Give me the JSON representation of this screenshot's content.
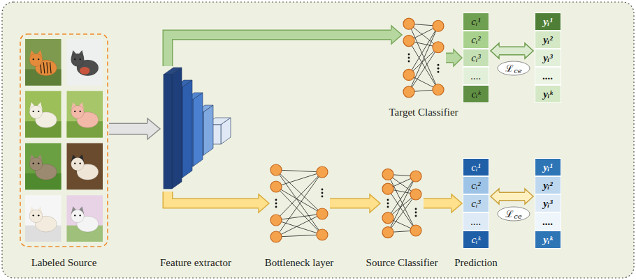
{
  "diagram": {
    "nodes": [
      {
        "text": [
          "Labeled Source"
        ]
      },
      {
        "text": [
          "Feature extractor"
        ]
      },
      {
        "text": [
          "Target Classifier"
        ]
      },
      {
        "text": []
      },
      {
        "text": [
          "cᵢ¹"
        ],
        "in": 3
      },
      {
        "text": [
          "cᵢ²"
        ],
        "in": 3
      },
      {
        "text": [
          "cᵢ³"
        ],
        "in": 3
      },
      {
        "text": [
          "...."
        ],
        "in": 3
      },
      {
        "text": [
          "cᵢᵏ"
        ],
        "in": 3
      },
      {
        "text": [
          "ℒ",
          "ce"
        ]
      },
      {
        "text": []
      },
      {
        "text": [
          "yᵢ¹"
        ],
        "in": 10
      },
      {
        "text": [
          "yᵢ²"
        ],
        "in": 10
      },
      {
        "text": [
          "yᵢ³"
        ],
        "in": 10
      },
      {
        "text": [
          "...."
        ],
        "in": 10
      },
      {
        "text": [
          "yᵢᵏ"
        ],
        "in": 10
      },
      {
        "text": [
          "Bottleneck layer"
        ]
      },
      {
        "text": [
          "Source Classifier"
        ]
      },
      {
        "text": [
          "Prediction"
        ]
      },
      {
        "text": [
          "cᵢ¹"
        ],
        "in": 18
      },
      {
        "text": [
          "cᵢ²"
        ],
        "in": 18
      },
      {
        "text": [
          "cᵢ³"
        ],
        "in": 18
      },
      {
        "text": [
          "...."
        ],
        "in": 18
      },
      {
        "text": [
          "cᵢᵏ"
        ],
        "in": 18
      },
      {
        "text": [
          "ℒ",
          "ce"
        ]
      },
      {
        "text": []
      },
      {
        "text": [
          "yᵢ¹"
        ],
        "in": 25
      },
      {
        "text": [
          "yᵢ²"
        ],
        "in": 25
      },
      {
        "text": [
          "yᵢ³"
        ],
        "in": 25
      },
      {
        "text": [
          "...."
        ],
        "in": 25
      },
      {
        "text": [
          "yᵢᵏ"
        ],
        "in": 25
      }
    ],
    "edges": [
      {
        "from": 0,
        "to": 1,
        "arrow": "to"
      },
      {
        "from": 1,
        "to": 2,
        "arrow": "to"
      },
      {
        "from": 2,
        "to": 3,
        "arrow": "to"
      },
      {
        "from": 3,
        "to": 10,
        "arrow": "both"
      },
      {
        "from": 1,
        "to": 16,
        "arrow": "to"
      },
      {
        "from": 16,
        "to": 17,
        "arrow": "to"
      },
      {
        "from": 17,
        "to": 18,
        "arrow": "to"
      },
      {
        "from": 18,
        "to": 25,
        "arrow": "both"
      }
    ]
  }
}
